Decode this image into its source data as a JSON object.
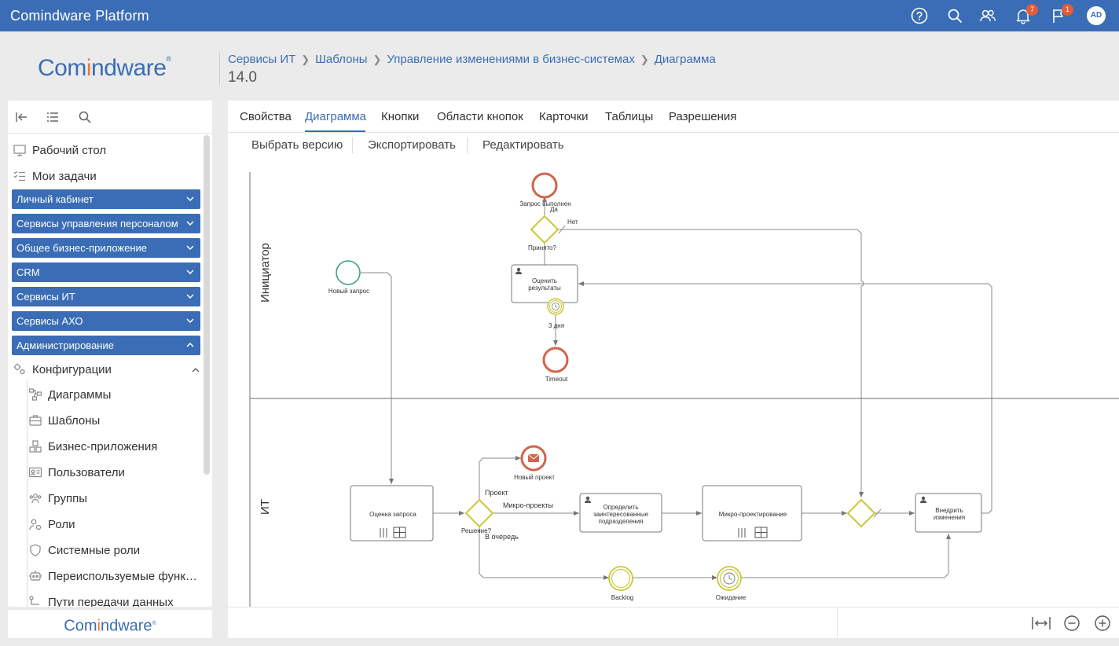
{
  "app": {
    "title": "Comindware Platform"
  },
  "topbar": {
    "notifications_count": "7",
    "flags_count": "1",
    "user_initials": "AD"
  },
  "logo": {
    "text_pre": "Com",
    "text_o": "i",
    "text_post": "ndware",
    "mark": "®"
  },
  "breadcrumb": [
    "Сервисы ИТ",
    "Шаблоны",
    "Управление изменениями в бизнес-системах",
    "Диаграмма"
  ],
  "page": {
    "title": "14.0"
  },
  "sidebar": {
    "top_items": [
      "Рабочий стол",
      "Мои задачи"
    ],
    "groups": [
      "Личный кабинет",
      "Сервисы управления персоналом",
      "Общее бизнес-приложение",
      "CRM",
      "Сервисы ИТ",
      "Сервисы АХО",
      "Администрирование"
    ],
    "section": "Конфигурации",
    "sub_items": [
      "Диаграммы",
      "Шаблоны",
      "Бизнес-приложения",
      "Пользователи",
      "Группы",
      "Роли",
      "Системные роли",
      "Переиспользуемые функ…",
      "Пути передачи данных"
    ]
  },
  "tabs": [
    "Свойства",
    "Диаграмма",
    "Кнопки",
    "Области кнопок",
    "Карточки",
    "Таблицы",
    "Разрешения"
  ],
  "active_tab": "Диаграмма",
  "actions": [
    "Выбрать версию",
    "Экспортировать",
    "Редактировать"
  ],
  "diagram": {
    "lanes": [
      "Инициатор",
      "ИТ"
    ],
    "labels": {
      "request_done": "Запрос выполнен",
      "yes": "Да",
      "no": "Нет",
      "accepted": "Принято?",
      "evaluate_results": [
        "Оценить",
        "результаты"
      ],
      "three_days": "3 дня",
      "timeout": "Timeout",
      "new_request": "Новый запрос",
      "request_assessment": "Оценка запроса",
      "decision": "Решение?",
      "project": "Проект",
      "micro_projects": "Микро-проекты",
      "queue": "В очередь",
      "new_project": "Новый проект",
      "define_units": [
        "Определить",
        "заинтересованные",
        "подразделения"
      ],
      "micro_design": "Микро-проектирование",
      "implement_changes": [
        "Внедрить",
        "изменения"
      ],
      "backlog": "Backlog",
      "waiting": "Ожидание"
    }
  },
  "colors": {
    "brand_blue": "#3a6db5",
    "accent_orange": "#e57a3c",
    "end_event": "#d2644a",
    "gateway": "#c9c83a",
    "start_event": "#3fa37a",
    "badge": "#e25c3b"
  }
}
